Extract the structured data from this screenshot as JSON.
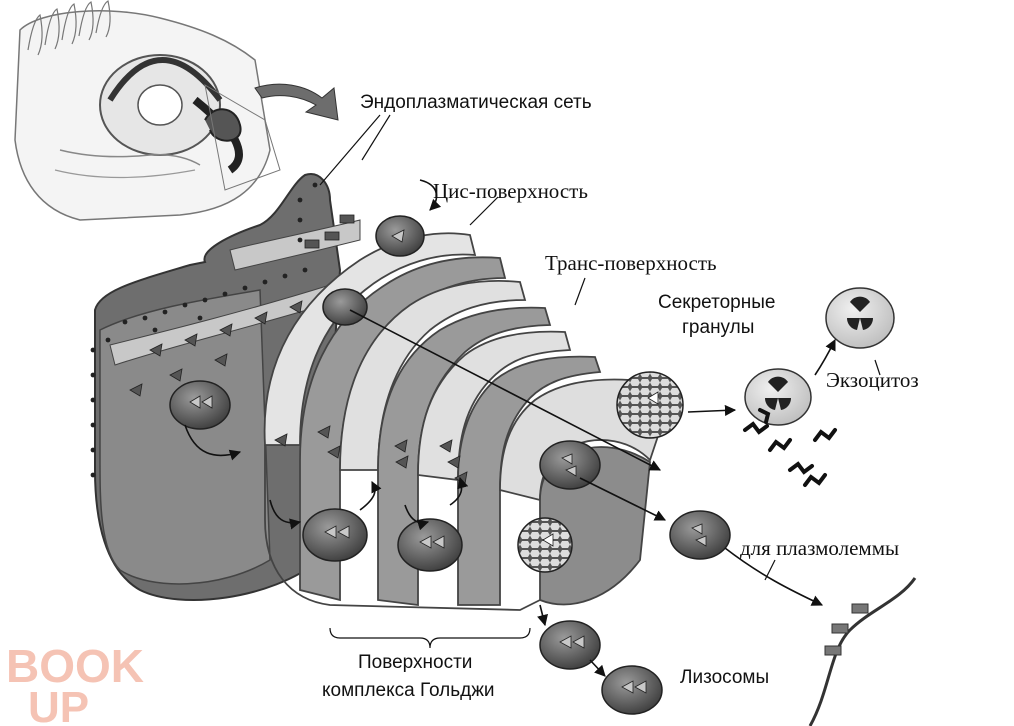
{
  "labels": {
    "er": "Эндоплазматическая сеть",
    "cis": "Цис-поверхность",
    "trans": "Транс-поверхность",
    "secretory_line1": "Секреторные",
    "secretory_line2": "гранулы",
    "exocytosis": "Экзоцитоз",
    "plasmalemma": "для плазмолеммы",
    "golgi_line1": "Поверхности",
    "golgi_line2": "комплекса Гольджи",
    "lysosomes": "Лизосомы"
  },
  "watermark": {
    "line1": "BOOK",
    "line2": "UP",
    "color": "#f4b9a8"
  },
  "colors": {
    "dark": "#4a4a4a",
    "mid": "#8c8c8c",
    "light": "#d9d9d9",
    "lighter": "#ececec"
  }
}
